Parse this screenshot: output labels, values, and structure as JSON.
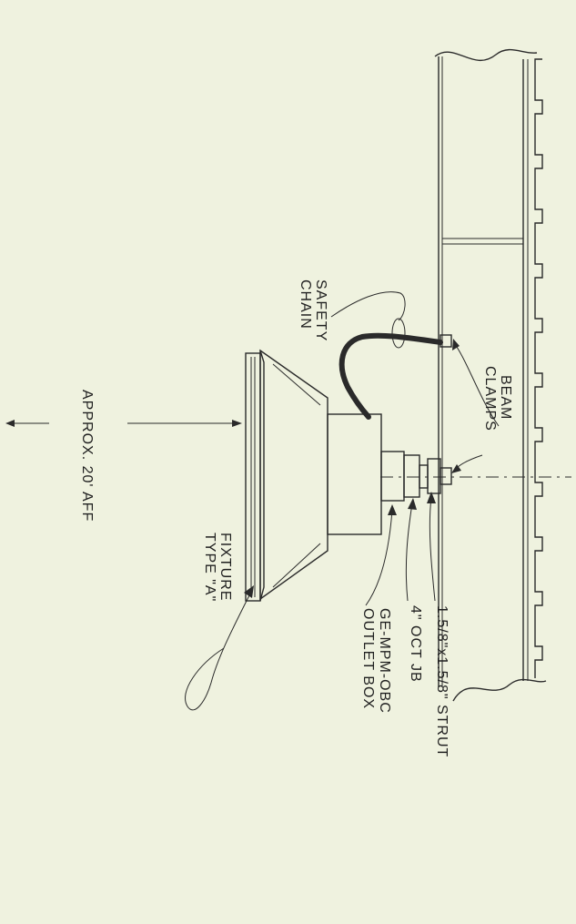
{
  "labels": {
    "beam_clamps_1": "BEAM",
    "beam_clamps_2": "CLAMPS",
    "safety_chain_1": "SAFETY",
    "safety_chain_2": "CHAIN",
    "approx_height": "APPROX. 20'  AFF",
    "fixture_type_1": "FIXTURE",
    "fixture_type_2": "TYPE \"A\"",
    "strut": "1.5/8\"x1.5/8\" STRUT",
    "oct_jb": "4\" OCT JB",
    "outlet_box_1": "GE-MPM-OBC",
    "outlet_box_2": "OUTLET BOX"
  },
  "colors": {
    "background": "#eff2df",
    "line": "#2a2a2a"
  }
}
